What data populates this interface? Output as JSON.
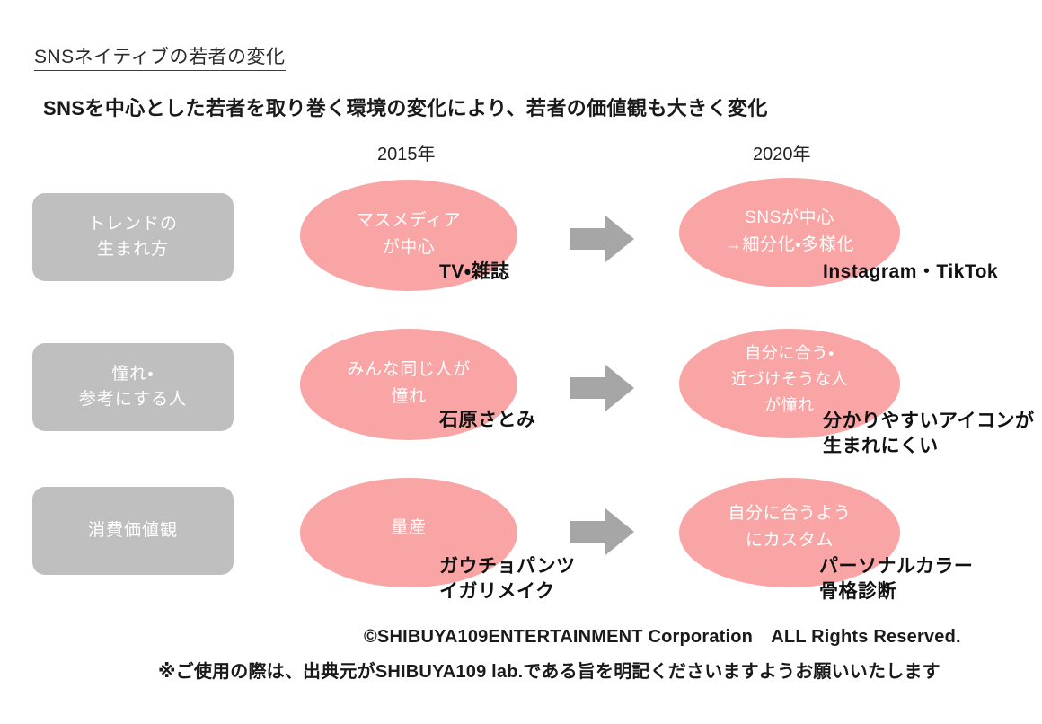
{
  "header": {
    "title": "SNSネイティブの若者の変化",
    "subtitle": "SNSを中心とした若者を取り巻く環境の変化により、若者の価値観も大きく変化"
  },
  "columns": {
    "left_year": "2015年",
    "right_year": "2020年"
  },
  "colors": {
    "bubble_pink": "#f9a5a5",
    "label_gray": "#bfbfbf",
    "arrow_gray": "#a6a6a6",
    "background": "#ffffff",
    "text_dark": "#1a1a1a"
  },
  "rows": [
    {
      "label_line1": "トレンドの",
      "label_line2": "生まれ方",
      "before": {
        "bubble_line1": "マスメディア",
        "bubble_line2": "が中心",
        "caption_line1": "TV・雑誌",
        "caption_line2": ""
      },
      "after": {
        "bubble_line1": "SNSが中心",
        "bubble_line2": "→細分化・多様化",
        "caption_line1": "Instagram・TikTok",
        "caption_line2": ""
      },
      "arrow": "arrow-right-icon"
    },
    {
      "label_line1": "憧れ・",
      "label_line2": "参考にする人",
      "before": {
        "bubble_line1": "みんな同じ人が",
        "bubble_line2": "憧れ",
        "caption_line1": "石原さとみ",
        "caption_line2": ""
      },
      "after": {
        "bubble_line1": "自分に合う・",
        "bubble_line2": "近づけそうな人",
        "bubble_line3": "が憧れ",
        "caption_line1": "分かりやすいアイコンが",
        "caption_line2": "生まれにくい"
      },
      "arrow": "arrow-right-icon"
    },
    {
      "label_line1": "消費価値観",
      "label_line2": "",
      "before": {
        "bubble_line1": "量産",
        "bubble_line2": "",
        "caption_line1": "ガウチョパンツ",
        "caption_line2": "イガリメイク"
      },
      "after": {
        "bubble_line1": "自分に合うよう",
        "bubble_line2": "にカスタム",
        "caption_line1": "パーソナルカラー",
        "caption_line2": "骨格診断"
      },
      "arrow": "arrow-right-icon"
    }
  ],
  "footer": {
    "copyright": "©SHIBUYA109ENTERTAINMENT Corporation　ALL Rights Reserved.",
    "note": "※ご使用の際は、出典元がSHIBUYA109 lab.である旨を明記くださいますようお願いいたします"
  }
}
